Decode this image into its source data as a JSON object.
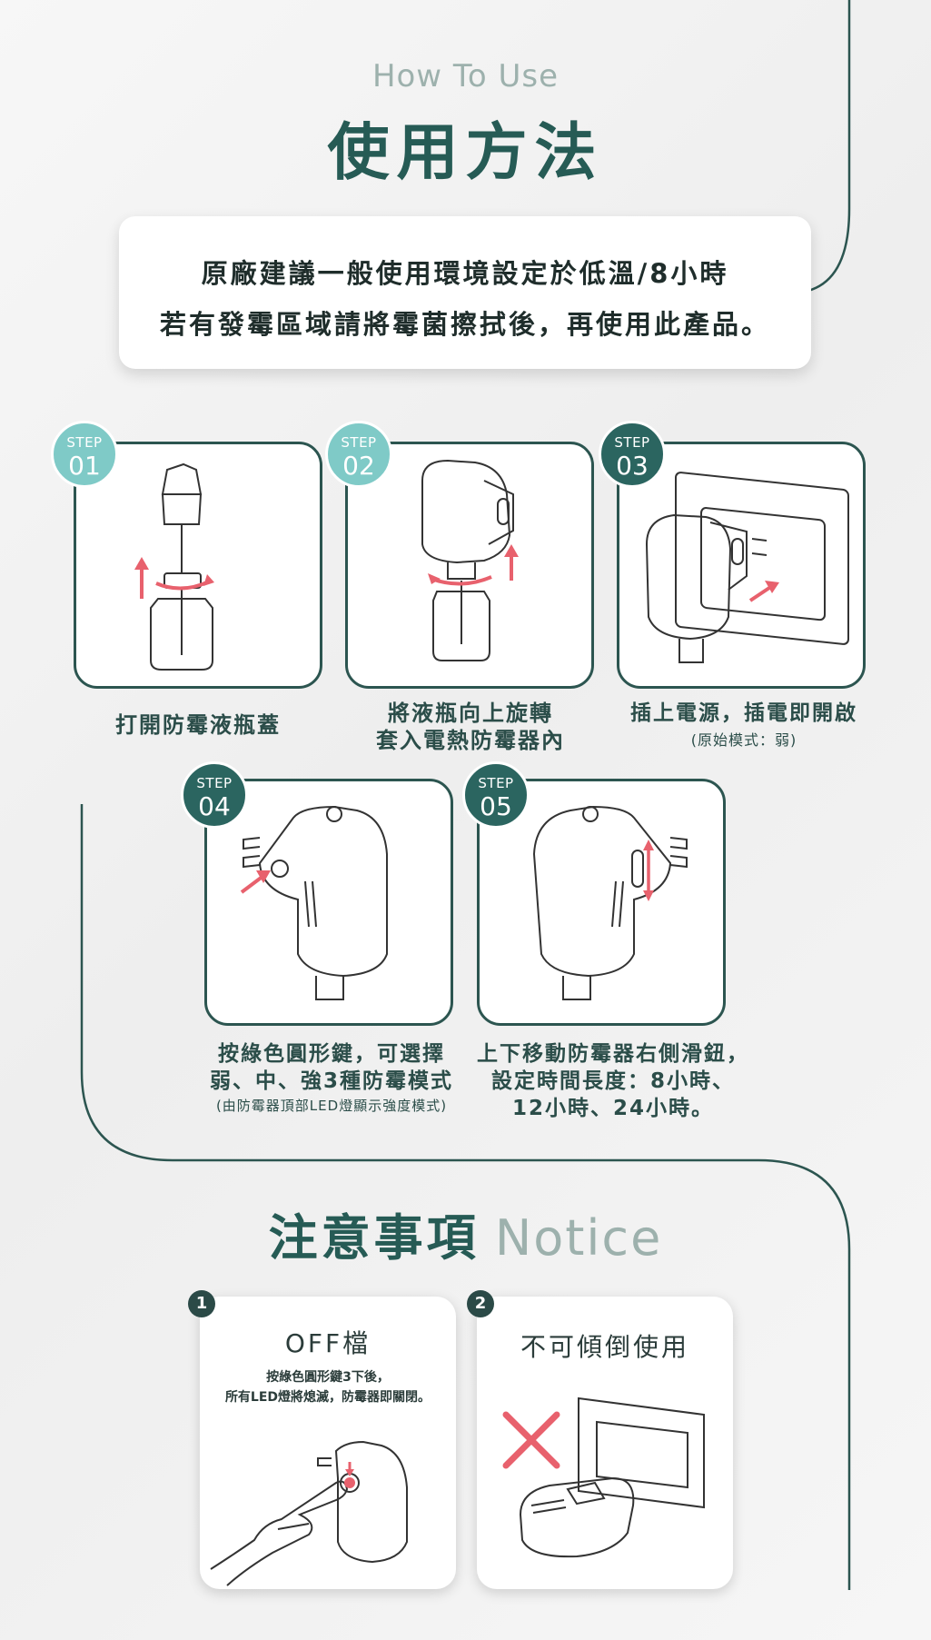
{
  "header": {
    "subtitle": "How To Use",
    "title": "使用方法"
  },
  "intro": {
    "line1": "原廠建議一般使用環境設定於低溫/8小時",
    "line2": "若有發霉區域請將霉菌擦拭後，再使用此產品。"
  },
  "steps": [
    {
      "label": "STEP",
      "number": "01",
      "caption": [
        "打開防霉液瓶蓋"
      ],
      "note": ""
    },
    {
      "label": "STEP",
      "number": "02",
      "caption": [
        "將液瓶向上旋轉",
        "套入電熱防霉器內"
      ],
      "note": ""
    },
    {
      "label": "STEP",
      "number": "03",
      "caption": [
        "插上電源，插電即開啟"
      ],
      "note": "(原始模式：弱)"
    },
    {
      "label": "STEP",
      "number": "04",
      "caption": [
        "按綠色圓形鍵，可選擇",
        "弱、中、強3種防霉模式"
      ],
      "note": "(由防霉器頂部LED燈顯示強度模式)"
    },
    {
      "label": "STEP",
      "number": "05",
      "caption": [
        "上下移動防霉器右側滑鈕，",
        "設定時間長度：8小時、",
        "12小時、24小時。"
      ],
      "note": ""
    }
  ],
  "notice": {
    "title_zh": "注意事項",
    "title_en": "Notice",
    "items": [
      {
        "number": "1",
        "title": "OFF檔",
        "desc": [
          "按綠色圓形鍵3下後，",
          "所有LED燈將熄滅，防霉器即關閉。"
        ]
      },
      {
        "number": "2",
        "title": "不可傾倒使用",
        "desc": []
      }
    ]
  },
  "colors": {
    "primary": "#265b55",
    "accent_light": "#7fcac7",
    "accent_dark": "#2b6560",
    "arrow_red": "#e8616d",
    "line": "#2c5550"
  }
}
